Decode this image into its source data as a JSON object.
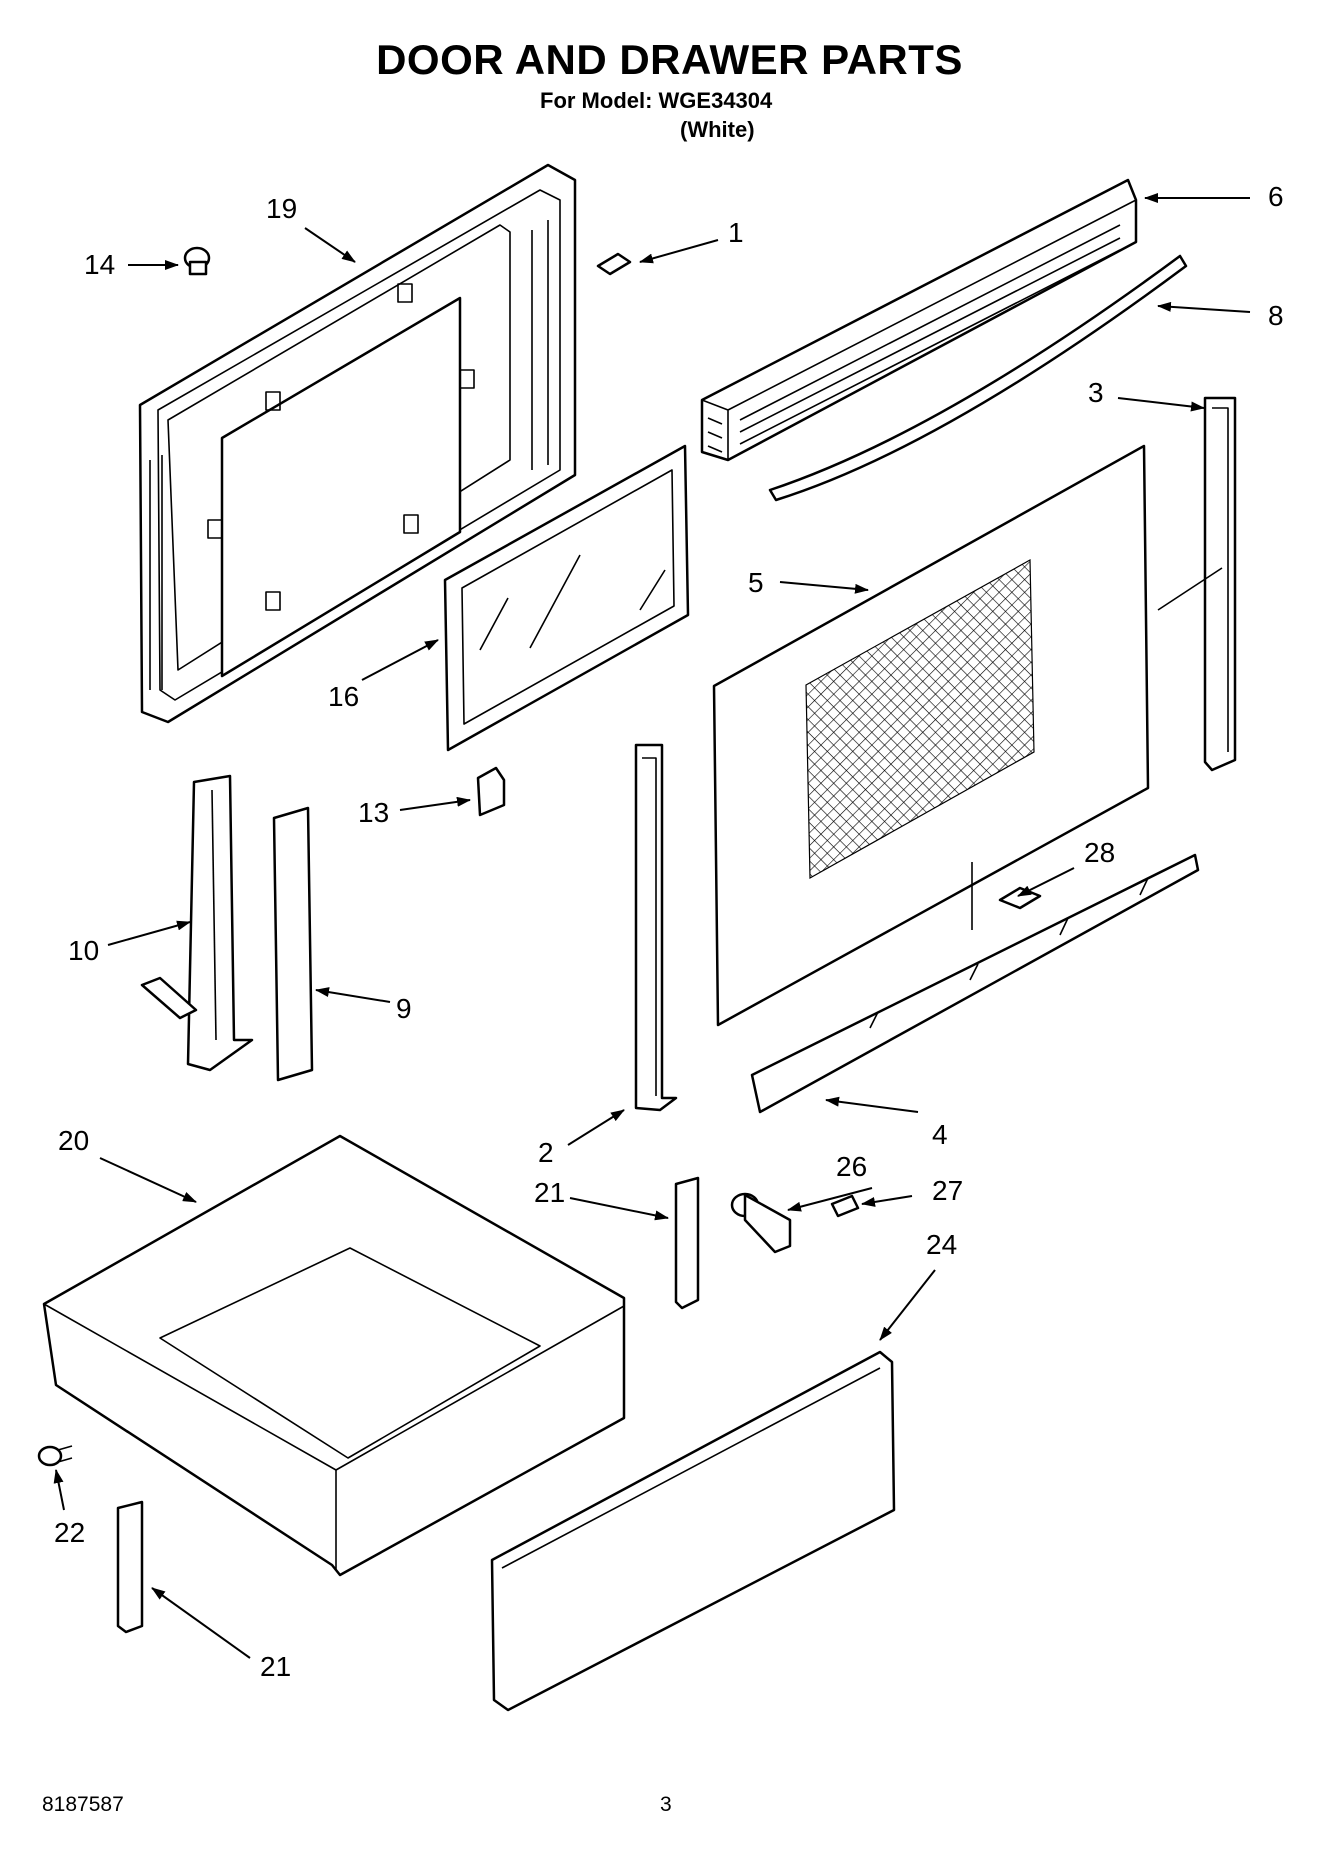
{
  "header": {
    "title": "DOOR AND DRAWER PARTS",
    "model_line": "For Model: WGE34304",
    "variant": "(White)"
  },
  "footer": {
    "doc_number": "8187587",
    "page_number": "3"
  },
  "callouts": {
    "c1": "1",
    "c2": "2",
    "c3": "3",
    "c4": "4",
    "c5": "5",
    "c6": "6",
    "c8": "8",
    "c9": "9",
    "c10": "10",
    "c13": "13",
    "c14": "14",
    "c16": "16",
    "c19": "19",
    "c20": "20",
    "c21a": "21",
    "c21b": "21",
    "c22": "22",
    "c24": "24",
    "c26": "26",
    "c27": "27",
    "c28": "28"
  }
}
